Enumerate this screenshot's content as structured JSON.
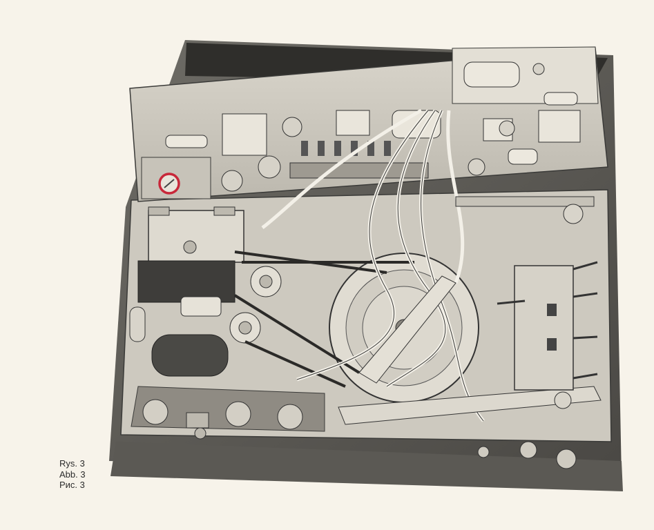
{
  "figure": {
    "captions": [
      "Rys. 3",
      "Abb. 3",
      "Рис. 3"
    ],
    "highlight_color": "#c8283a",
    "ink_color": "#3a3a38",
    "paper_color": "#f7f3ea"
  }
}
